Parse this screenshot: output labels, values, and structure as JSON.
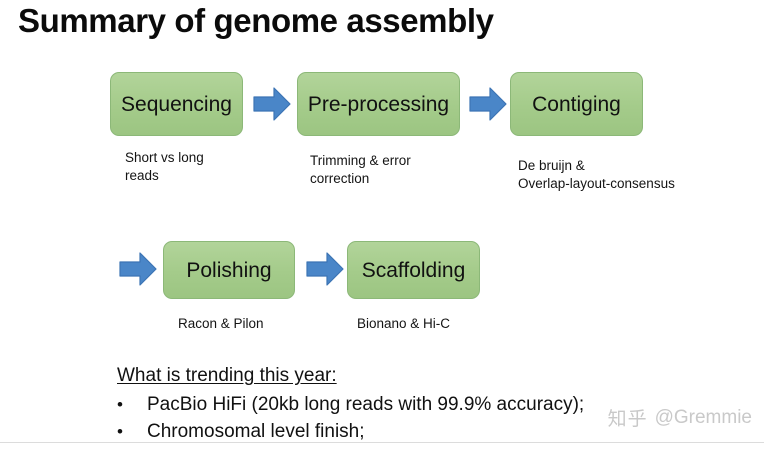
{
  "slide": {
    "title": "Summary of genome assembly",
    "background_color": "#ffffff"
  },
  "theme": {
    "box_fill": "#a9cf8f",
    "box_border": "#8cb878",
    "arrow_fill": "#4a86c8",
    "arrow_border": "#3c74b4",
    "text_color": "#111111"
  },
  "flow": {
    "row1": {
      "steps": [
        {
          "label": "Sequencing",
          "caption": "Short vs long\nreads"
        },
        {
          "label": "Pre-processing",
          "caption": "Trimming & error\ncorrection"
        },
        {
          "label": "Contiging",
          "caption": "De bruijn &\nOverlap-layout-consensus"
        }
      ],
      "arrows": [
        "arrow-right-icon",
        "arrow-right-icon"
      ]
    },
    "row2": {
      "steps": [
        {
          "label": "Polishing",
          "caption": "Racon & Pilon"
        },
        {
          "label": "Scaffolding",
          "caption": "Bionano & Hi-C"
        }
      ],
      "arrows": [
        "arrow-right-icon",
        "arrow-right-icon"
      ]
    }
  },
  "trending": {
    "heading": "What is trending this year:",
    "bullet_glyph": "•",
    "items": [
      "PacBio HiFi (20kb long reads with 99.9% accuracy);",
      "Chromosomal level finish;"
    ]
  },
  "watermark": {
    "logo_text": "知乎",
    "handle": "@Gremmie"
  }
}
